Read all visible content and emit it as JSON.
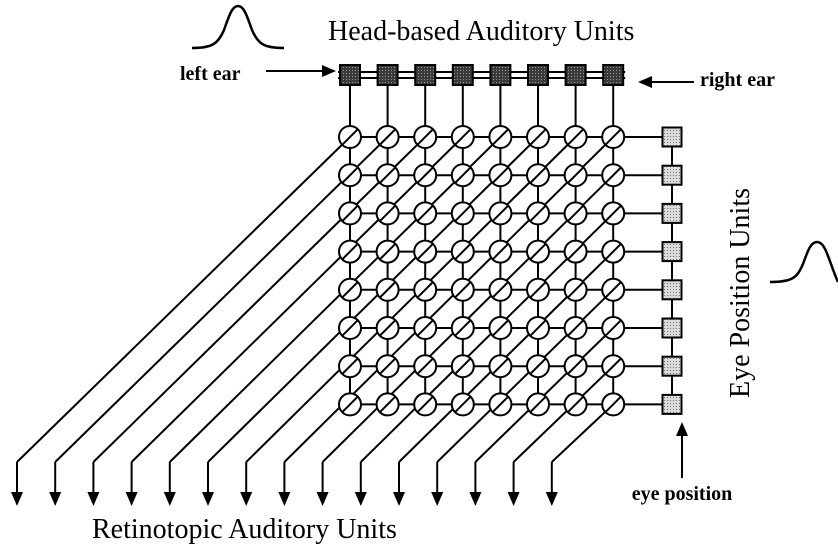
{
  "labels": {
    "head_units": "Head-based Auditory Units",
    "left_ear": "left ear",
    "right_ear": "right ear",
    "eye_units": "Eye Position Units",
    "eye_position": "eye position",
    "retinotopic_units": "Retinotopic Auditory Units"
  },
  "network": {
    "head_unit_count": 8,
    "eye_unit_count": 8,
    "grid_rows": 8,
    "grid_cols": 8,
    "output_unit_count": 15
  },
  "colors": {
    "ink": "#000000",
    "head_unit_fill": "#4a4a4a",
    "eye_unit_fill": "#c8c8c8",
    "background": "#ffffff"
  }
}
